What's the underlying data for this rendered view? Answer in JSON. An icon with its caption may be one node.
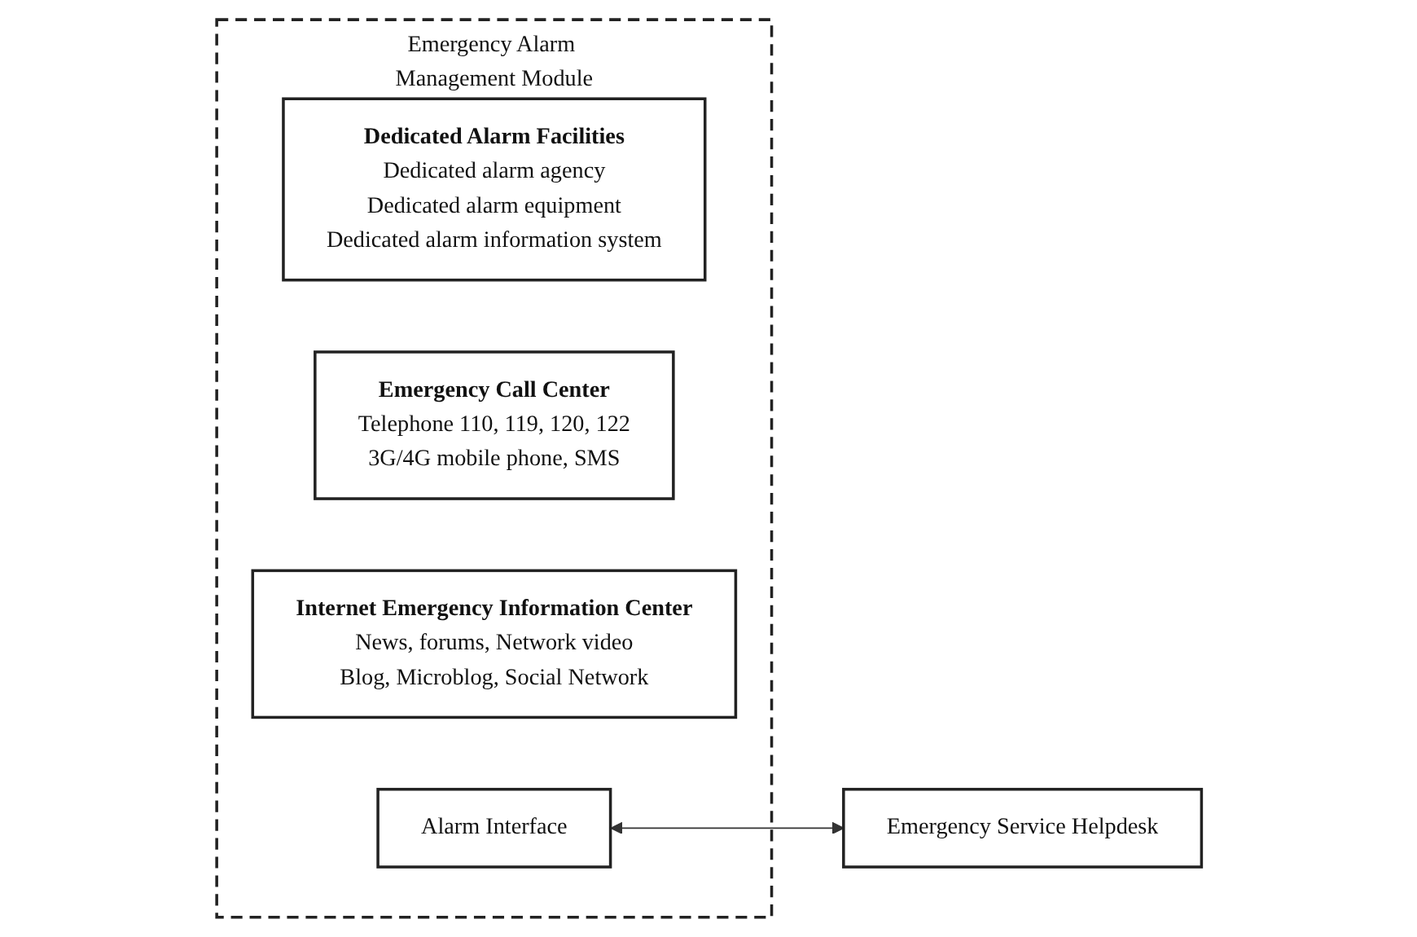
{
  "diagram": {
    "nodes": [
      {
        "text": [
          "Emergency Alarm Management Module"
        ]
      },
      {
        "text": [
          "Dedicated Alarm Facilities",
          "Dedicated alarm agency",
          "Dedicated alarm equipment",
          "Dedicated alarm information system"
        ],
        "in": 0
      },
      {
        "text": [
          "Emergency Call Center",
          "Telephone 110, 119, 120, 122",
          "3G/4G mobile phone, SMS"
        ],
        "in": 0
      },
      {
        "text": [
          "Internet Emergency Information Center",
          "News, forums, Network video",
          "Blog, Microblog, Social Network"
        ],
        "in": 0
      },
      {
        "text": [
          "Alarm Interface"
        ],
        "in": 0
      },
      {
        "text": [
          "Emergency Service Helpdesk"
        ]
      }
    ],
    "edges": [
      {
        "from": 4,
        "to": 5,
        "arrow": "both"
      }
    ]
  }
}
